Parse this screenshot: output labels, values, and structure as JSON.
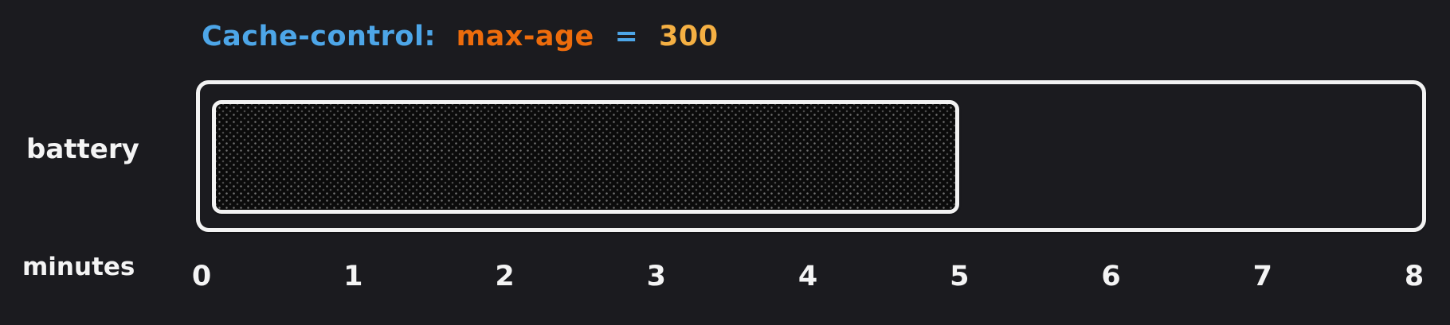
{
  "title": {
    "parts": [
      {
        "text": "Cache-control:",
        "color": "#4da6e8"
      },
      {
        "text": "max-age",
        "color": "#ed6c0c"
      },
      {
        "text": "=",
        "color": "#4da6e8"
      },
      {
        "text": "300",
        "color": "#f5b043"
      }
    ]
  },
  "battery": {
    "label": "battery",
    "value_minutes": 5,
    "max_minutes": 8
  },
  "axis": {
    "label": "minutes",
    "ticks": [
      "0",
      "1",
      "2",
      "3",
      "4",
      "5",
      "6",
      "7",
      "8"
    ]
  },
  "colors": {
    "background": "#1b1b1f",
    "outline": "#f2f2f2",
    "label_text": "#f4f4f4",
    "fill_base": "#0b0b0b"
  },
  "chart_data": {
    "type": "bar",
    "title": "Cache-control: max-age = 300",
    "categories": [
      "battery"
    ],
    "values": [
      5
    ],
    "xlabel": "minutes",
    "xlim": [
      0,
      8
    ],
    "x_ticks": [
      0,
      1,
      2,
      3,
      4,
      5,
      6,
      7,
      8
    ]
  }
}
